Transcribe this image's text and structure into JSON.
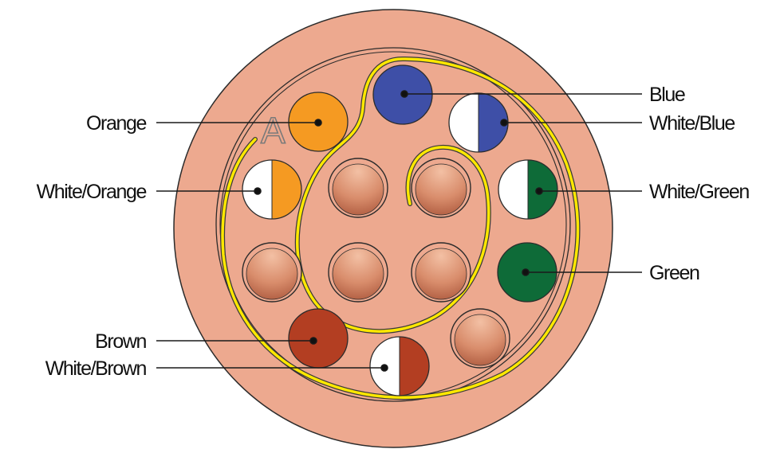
{
  "diagram": {
    "marker_letter": "A",
    "labels": {
      "blue": "Blue",
      "white_blue": "White/Blue",
      "orange": "Orange",
      "white_orange": "White/Orange",
      "white_green": "White/Green",
      "green": "Green",
      "brown": "Brown",
      "white_brown": "White/Brown"
    },
    "colors": {
      "jacket": "#EDA98F",
      "outline": "#2b2b2b",
      "ripcord": "#FFE800",
      "blue": "#3E4FA7",
      "orange": "#F59A22",
      "green": "#0E6B38",
      "brown": "#B33E22",
      "white": "#ffffff",
      "filler_light": "#F0B597",
      "filler_dark": "#B5654A"
    }
  }
}
